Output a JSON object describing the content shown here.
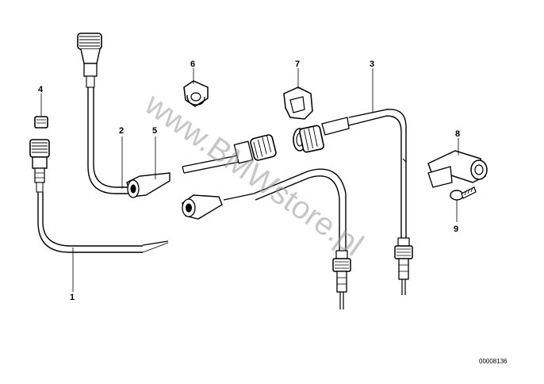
{
  "callouts": {
    "c1": "1",
    "c2": "2",
    "c3": "3",
    "c4": "4",
    "c5": "5",
    "c6": "6",
    "c7": "7",
    "c8": "8",
    "c9": "9"
  },
  "watermark": "www.BMWstore.pl",
  "reference_number": "00008136"
}
